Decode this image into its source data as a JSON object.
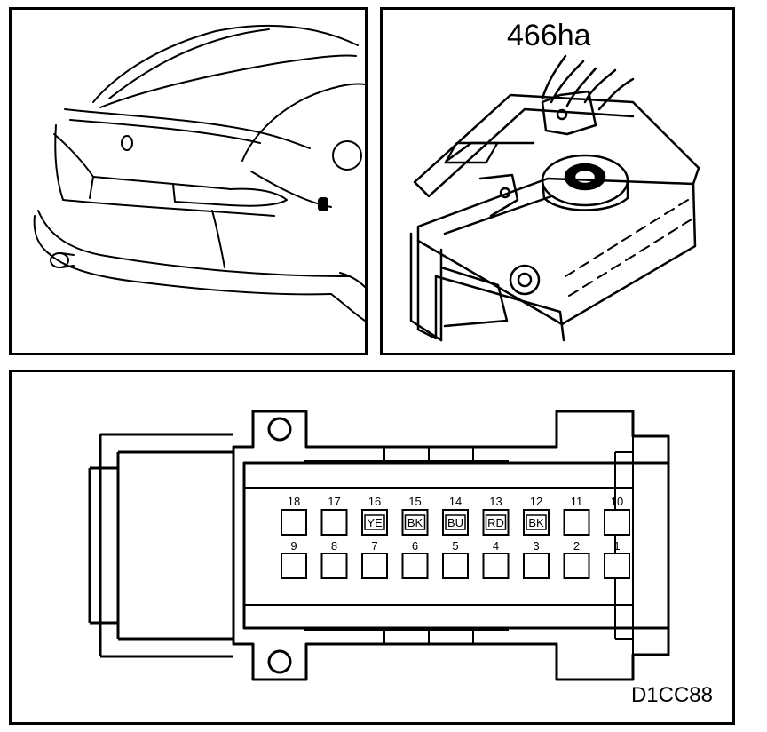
{
  "connector_label": "466ha",
  "figure_code": "D1CC88",
  "pins_top": [
    {
      "num": "18",
      "color": ""
    },
    {
      "num": "17",
      "color": ""
    },
    {
      "num": "16",
      "color": "YE"
    },
    {
      "num": "15",
      "color": "BK"
    },
    {
      "num": "14",
      "color": "BU"
    },
    {
      "num": "13",
      "color": "RD"
    },
    {
      "num": "12",
      "color": "BK"
    },
    {
      "num": "11",
      "color": ""
    },
    {
      "num": "10",
      "color": ""
    }
  ],
  "pins_bottom": [
    {
      "num": "9",
      "color": ""
    },
    {
      "num": "8",
      "color": ""
    },
    {
      "num": "7",
      "color": ""
    },
    {
      "num": "6",
      "color": ""
    },
    {
      "num": "5",
      "color": ""
    },
    {
      "num": "4",
      "color": ""
    },
    {
      "num": "3",
      "color": ""
    },
    {
      "num": "2",
      "color": ""
    },
    {
      "num": "1",
      "color": ""
    }
  ]
}
